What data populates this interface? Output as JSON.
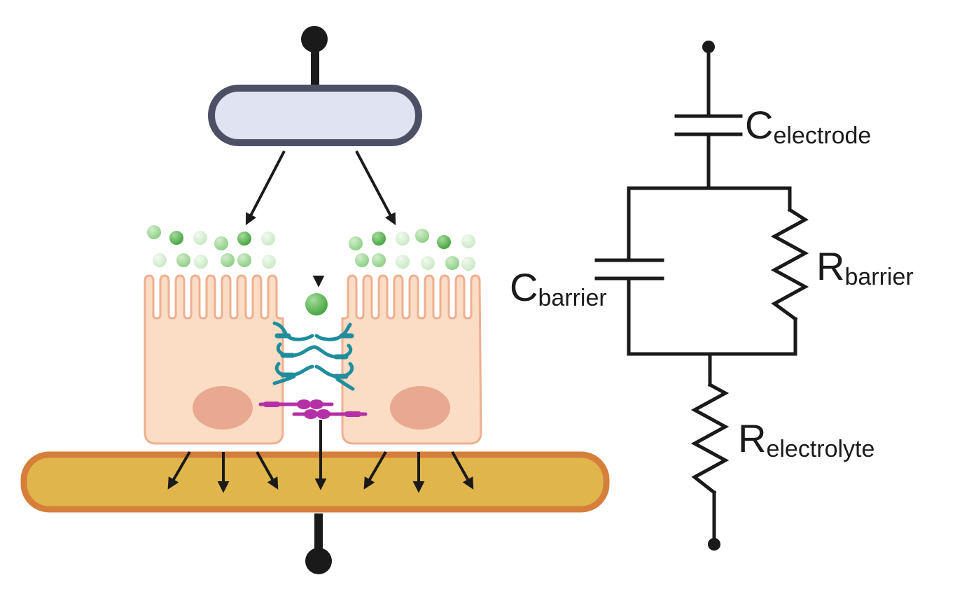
{
  "diagram": {
    "colors": {
      "top_electrode_fill": "#e0e3f1",
      "top_electrode_stroke": "#4d5065",
      "cell_fill": "#fbdcc4",
      "cell_stroke": "#eeaf90",
      "nucleus": "#e8a990",
      "substrate_fill": "#e0b54c",
      "substrate_stroke": "#d57f3a",
      "particle_dark": "#5db356",
      "particle_light": "#c5e6c1",
      "tight_junction": "#1f8d9b",
      "desmosome": "#b52fa6",
      "wire": "#1a1a1a"
    },
    "icons": {
      "top_terminal": "electrode-terminal-icon",
      "bottom_terminal": "electrode-terminal-icon",
      "cells": "epithelial-cell-icon",
      "particles": "molecule-icon",
      "junctions": "tight-junction-icon"
    }
  },
  "circuit": {
    "c_electrode": {
      "base": "C",
      "sub": "electrode"
    },
    "c_barrier": {
      "base": "C",
      "sub": "barrier"
    },
    "r_barrier": {
      "base": "R",
      "sub": "barrier"
    },
    "r_electrolyte": {
      "base": "R",
      "sub": "electrolyte"
    }
  }
}
